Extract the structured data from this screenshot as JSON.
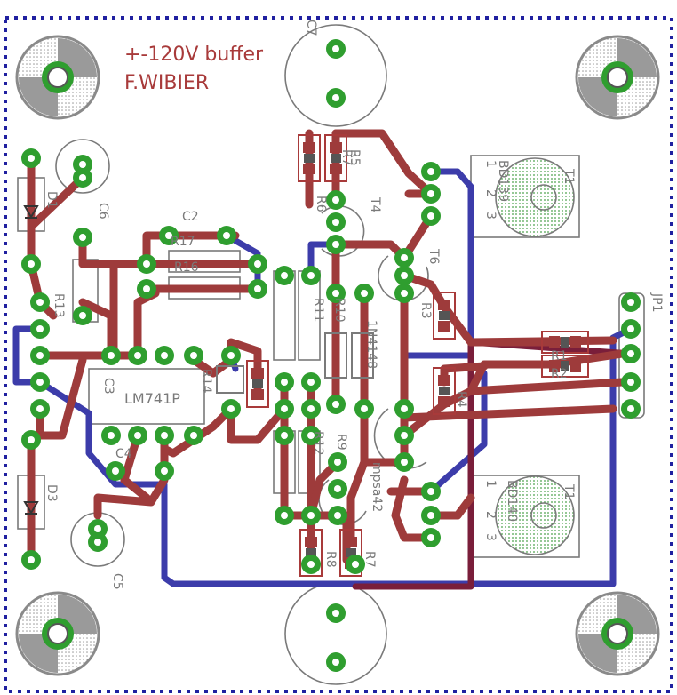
{
  "title": {
    "line1": "+-120V buffer",
    "line2": "F.WIBIER"
  },
  "colors": {
    "top": "#9e3b3b",
    "bottom": "#3c3caa",
    "bottom_dark": "#7a1e3a",
    "pad": "#2f9e2f",
    "outline": "#2020a0",
    "silk": "#7a7a7a",
    "title": "#a83a3a"
  },
  "labels": {
    "c7": "C7",
    "c6": "C6",
    "c5": "C5",
    "c2": "C2",
    "c3": "C3",
    "c4": "C4",
    "d1": "D1",
    "d3": "D3",
    "r13": "R13",
    "r16": "R16",
    "r17": "R17",
    "r1": "R1",
    "r2": "R2",
    "r3": "R3",
    "r4": "R4",
    "r5": "R5",
    "r6": "R6",
    "r7": "R7",
    "r8": "R8",
    "r9": "R9",
    "r10": "R10",
    "r11": "R11",
    "r12": "R12",
    "r14": "R14",
    "r15": "R15",
    "lm741": "LM741P",
    "t4": "T4",
    "t6": "T6",
    "mpsa42": "mpsa42",
    "bd139": "BD139",
    "bd140": "BD140",
    "jp1": "JP1",
    "t1a": "T1",
    "t1b": "T1",
    "n4148": "1N4148",
    "n1": "1",
    "n2": "2",
    "n3": "3",
    "n1b": "1",
    "n2b": "2",
    "n3b": "3"
  }
}
